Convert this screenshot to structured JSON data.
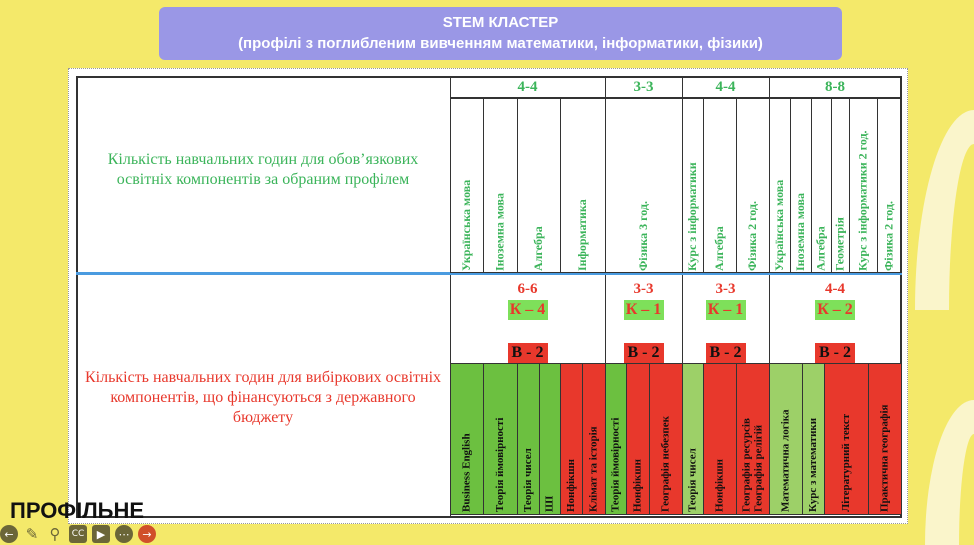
{
  "title": {
    "line1": "STEM  КЛАСТЕР",
    "line2": "(профілі з поглибленим вивченням математики, інформатики, фізики)"
  },
  "rows": {
    "mandatory_label": "Кількість навчальних годин для обов’язкових освітніх компонентів за обраним профілем",
    "elective_label": "Кількість навчальних годин для вибіркових освітніх компонентів, що фінансуються з державного бюджету"
  },
  "groups": [
    {
      "hours": "4-4",
      "el_hours": "6-6",
      "k": "К – 4",
      "v": "В - 2"
    },
    {
      "hours": "3-3",
      "el_hours": "3-3",
      "k": "К – 1",
      "v": "В - 2"
    },
    {
      "hours": "4-4",
      "el_hours": "3-3",
      "k": "К – 1",
      "v": "В - 2"
    },
    {
      "hours": "8-8",
      "el_hours": "4-4",
      "k": "К – 2",
      "v": "В - 2"
    }
  ],
  "mandatory_subjects": [
    "Українська мова",
    "Іноземна мова",
    "Алгебра",
    "Інформатика",
    "Фізика 3 год.",
    "Курс з інформатики",
    "Алгебра",
    "Фізика 2 год.",
    "Українська мова",
    "Іноземна мова",
    "Алгебра",
    "Геометрія",
    "Курс з інформатики 2 год.",
    "Фізика 2 год."
  ],
  "elective_subjects": [
    "Business English",
    "Теорія ймовірності",
    "Теорія чисел",
    "ШІ",
    "Нонфікшн",
    "Клімат та історія",
    "Теорія ймовірності",
    "Нонфікшн",
    "Географія небезпек",
    "Теорія чисел",
    "Нонфікшн",
    "Географія ресурсів Географія релігій",
    "Математична логіка",
    "Курс з математики",
    "Літературний текст",
    "Практична географія"
  ],
  "colors": {
    "green": "#6cc040",
    "light_green": "#9dd068",
    "red": "#e8382c"
  },
  "overlay_text": "ПРОФІЛЬНЕ",
  "toolbar": [
    "back-icon",
    "pen-icon",
    "search-icon",
    "cc-icon",
    "video-off-icon",
    "more-icon",
    "next-icon"
  ]
}
